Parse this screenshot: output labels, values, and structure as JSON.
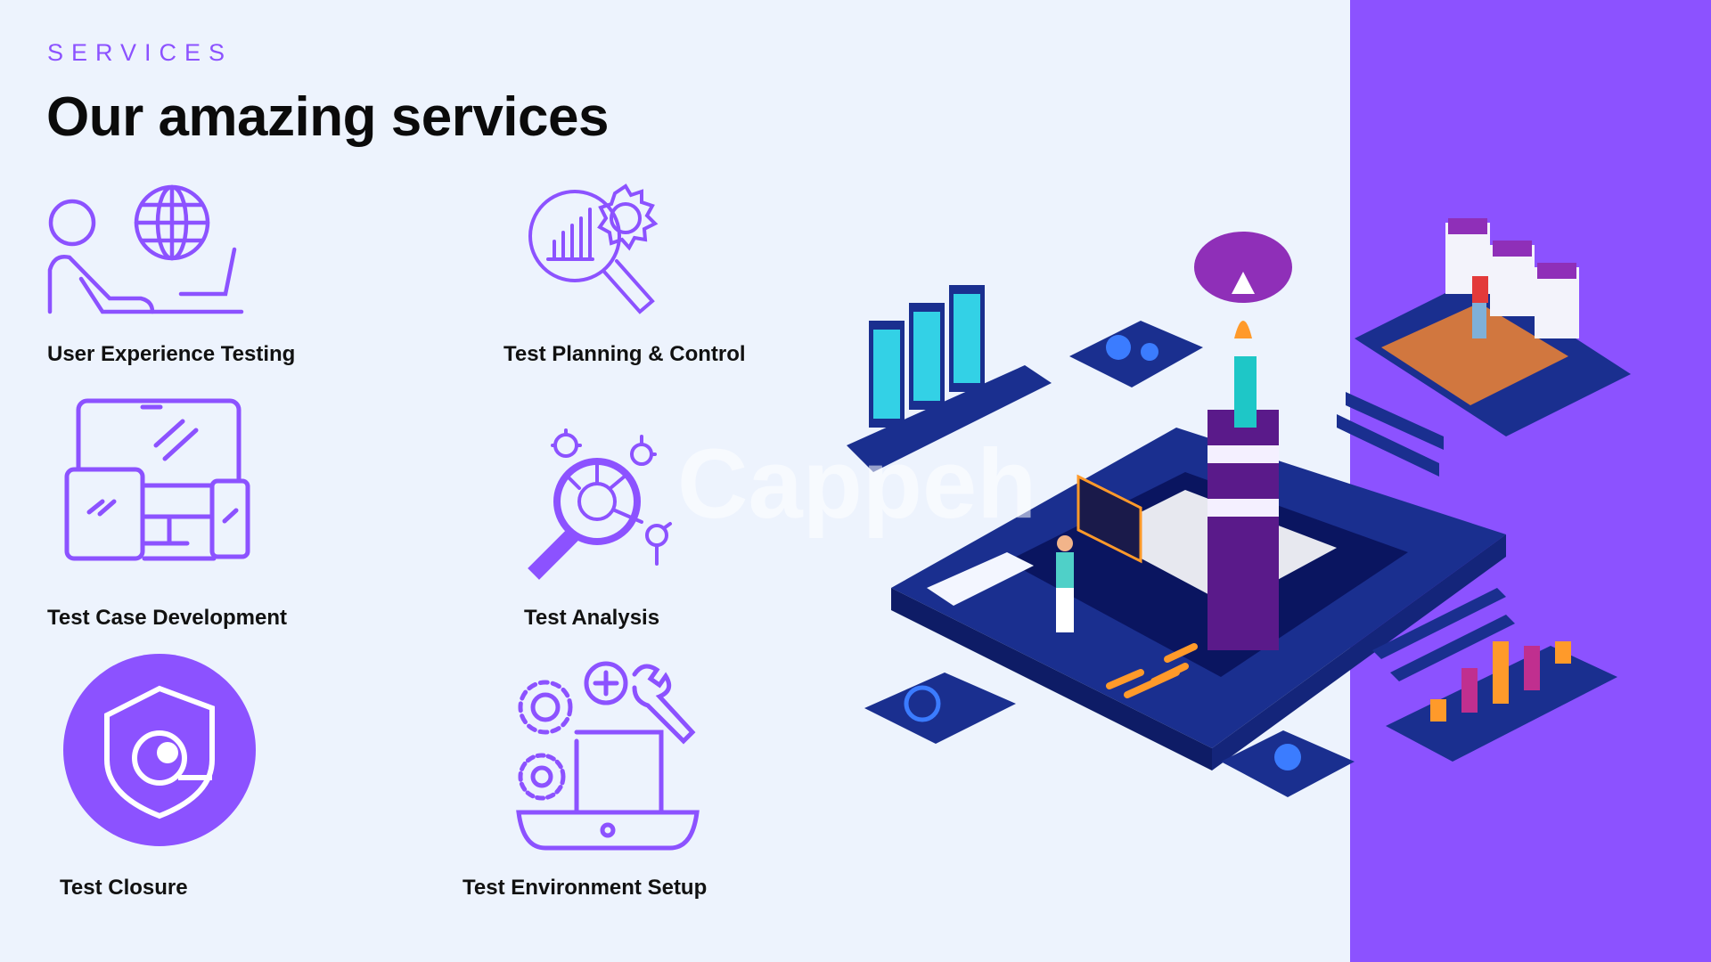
{
  "header": {
    "eyebrow": "SERVICES",
    "title": "Our amazing services"
  },
  "services": [
    {
      "label": "User Experience Testing",
      "icon": "user-globe-laptop-icon"
    },
    {
      "label": "Test Planning & Control",
      "icon": "magnifier-chart-gear-icon"
    },
    {
      "label": "Test Case Development",
      "icon": "multi-device-icon"
    },
    {
      "label": "Test Analysis",
      "icon": "magnifier-network-icon"
    },
    {
      "label": "Test Closure",
      "icon": "shield-badge-icon"
    },
    {
      "label": "Test Environment Setup",
      "icon": "laptop-gears-tools-icon"
    }
  ],
  "watermark": "Cappeh",
  "colors": {
    "accent": "#8c52ff",
    "background": "#edf3fd",
    "text": "#111111"
  }
}
